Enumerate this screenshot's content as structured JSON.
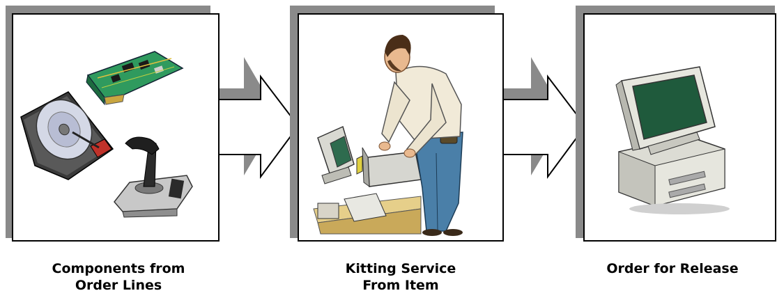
{
  "steps": [
    {
      "label": "Components from\nOrder Lines"
    },
    {
      "label": "Kitting Service\nFrom Item"
    },
    {
      "label": "Order for Release"
    }
  ],
  "icons": [
    "hard-disk-icon",
    "circuit-board-icon",
    "joystick-icon",
    "technician-icon",
    "workstation-icon",
    "desktop-computer-icon"
  ],
  "colors": {
    "shadow": "#8a8a8a",
    "frame": "#000000",
    "panel": "#ffffff"
  }
}
